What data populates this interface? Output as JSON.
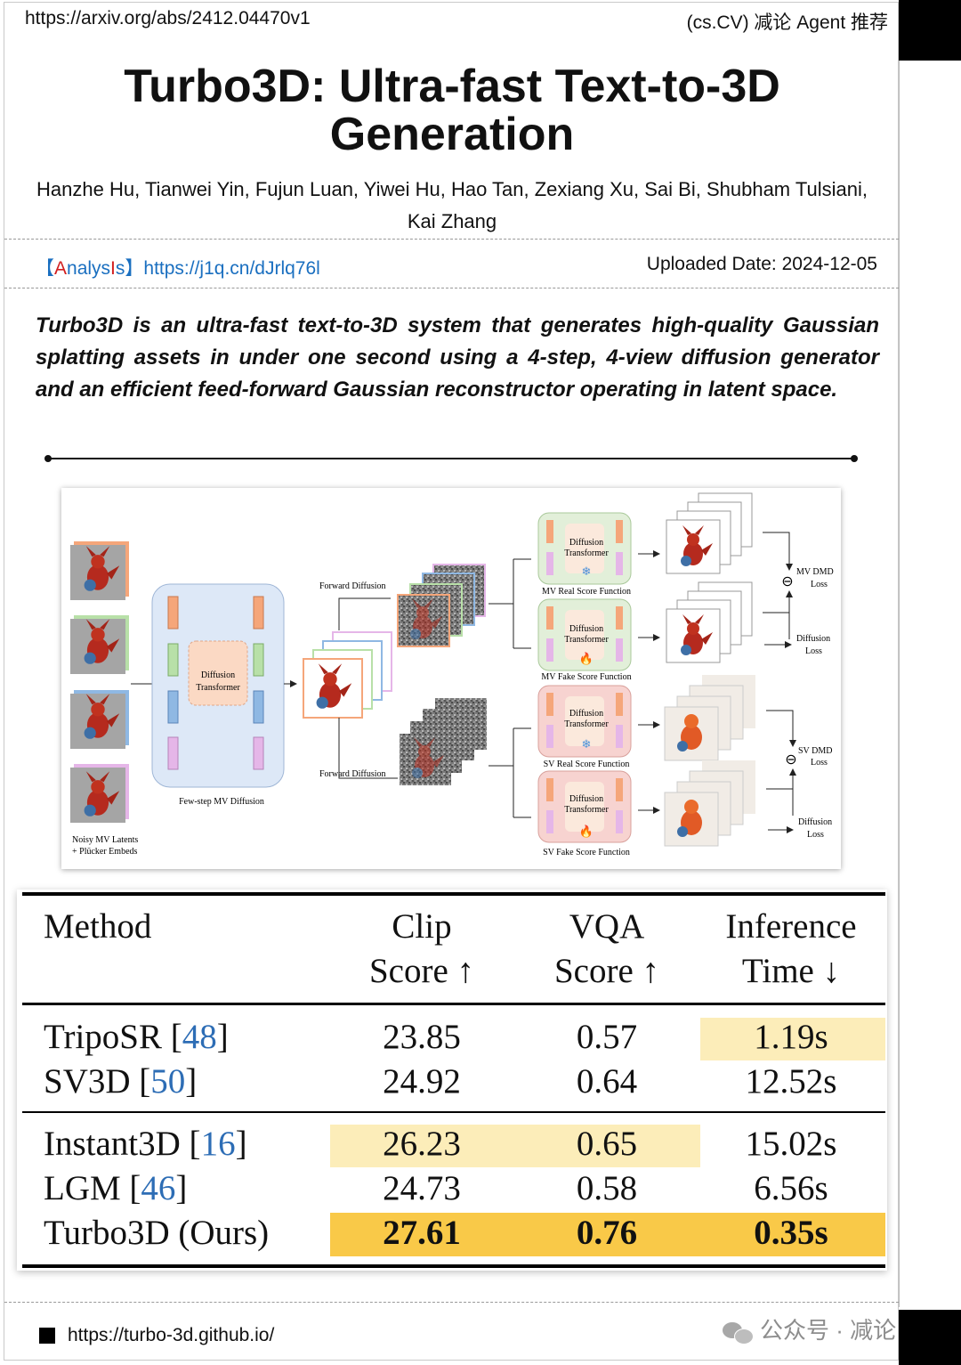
{
  "header": {
    "url": "https://arxiv.org/abs/2412.04470v1",
    "category": "(cs.CV) 减论 Agent 推荐"
  },
  "paper": {
    "title": "Turbo3D: Ultra-fast Text-to-3D Generation",
    "authors": "Hanzhe Hu, Tianwei Yin, Fujun Luan, Yiwei Hu, Hao Tan, Zexiang Xu, Sai Bi, Shubham Tulsiani, Kai Zhang"
  },
  "links": {
    "analysis_open": "【",
    "analysis_a": "A",
    "analysis_mid": "nalys",
    "analysis_i": "I",
    "analysis_close": "s】",
    "analysis_url": "https://j1q.cn/dJrlq76l",
    "uploaded": "Uploaded Date: 2024-12-05"
  },
  "summary": "Turbo3D is an ultra-fast text-to-3D system that generates high-quality Gaussian splatting assets in under one second using a 4-step, 4-view diffusion generator and an efficient feed-forward Gaussian reconstructor operating in latent space.",
  "figure": {
    "noisy_label_1": "Noisy MV Latents",
    "noisy_label_2": "+ Plücker Embeds",
    "few_step": "Few-step MV Diffusion",
    "dt_1": "Diffusion",
    "dt_2": "Transformer",
    "forward_diffusion": "Forward Diffusion",
    "mv_real": "MV Real Score Function",
    "mv_fake": "MV Fake Score Function",
    "sv_real": "SV Real Score Function",
    "sv_fake": "SV Fake Score Function",
    "mv_dmd_1": "MV DMD",
    "sv_dmd_1": "SV DMD",
    "loss": "Loss",
    "diffusion_loss_1": "Diffusion",
    "minus": "⊖",
    "snow": "❄",
    "fire": "🔥",
    "dots": "⋮",
    "colors": {
      "orange": "#f5a67a",
      "green": "#b8e0a8",
      "blue": "#8fb8e3",
      "pink": "#e5b6e8",
      "mv_panel": "#e2efd9",
      "sv_panel": "#f7d3d0",
      "gen_panel": "#dde8f7",
      "dt_box": "#fbd9c4"
    }
  },
  "table": {
    "headers": [
      {
        "l1": "Method",
        "l2": ""
      },
      {
        "l1": "Clip",
        "l2": "Score ↑"
      },
      {
        "l1": "VQA",
        "l2": "Score ↑"
      },
      {
        "l1": "Inference",
        "l2": "Time ↓"
      }
    ],
    "rows": [
      {
        "name": "TripoSR [",
        "ref": "48",
        "end": "]",
        "clip": "23.85",
        "vqa": "0.57",
        "time": "1.19s"
      },
      {
        "name": "SV3D [",
        "ref": "50",
        "end": "]",
        "clip": "24.92",
        "vqa": "0.64",
        "time": "12.52s"
      },
      {
        "name": "Instant3D [",
        "ref": "16",
        "end": "]",
        "clip": "26.23",
        "vqa": "0.65",
        "time": "15.02s"
      },
      {
        "name": "LGM [",
        "ref": "46",
        "end": "]",
        "clip": "24.73",
        "vqa": "0.58",
        "time": "6.56s"
      },
      {
        "name": "Turbo3D (Ours)",
        "ref": "",
        "end": "",
        "clip": "27.61",
        "vqa": "0.76",
        "time": "0.35s"
      }
    ],
    "highlight_colors": {
      "light": "#fcedb9",
      "dark": "#f9c948"
    }
  },
  "footer": {
    "url": "https://turbo-3d.github.io/",
    "watermark": "公众号 · 减论"
  }
}
